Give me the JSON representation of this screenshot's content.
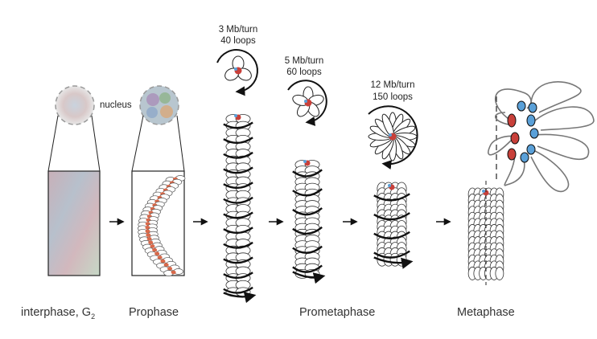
{
  "labels": {
    "nucleus": "nucleus",
    "interphase": "interphase, G",
    "interphase_sub": "2",
    "prophase": "Prophase",
    "prometaphase": "Prometaphase",
    "metaphase": "Metaphase"
  },
  "turns": [
    {
      "mb": "3 Mb/turn",
      "loops": "40 loops"
    },
    {
      "mb": "5 Mb/turn",
      "loops": "60 loops"
    },
    {
      "mb": "12 Mb/turn",
      "loops": "150 loops"
    }
  ],
  "colors": {
    "ink": "#222222",
    "centromere_red": "#c8403a",
    "cohesin_blue": "#5aa0d8",
    "loop_gray": "#777777",
    "bead_orange": "#d9694a"
  }
}
